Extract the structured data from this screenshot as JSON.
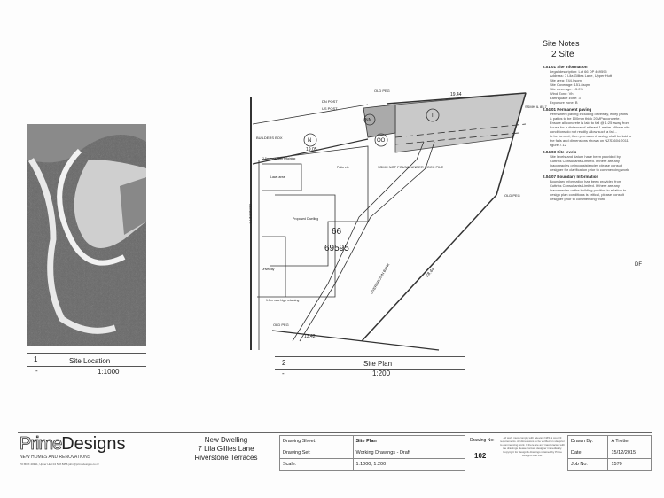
{
  "site_notes": {
    "title": "Site Notes",
    "subtitle": "2 Site",
    "sections": [
      {
        "heading": "2.01.01 Site Information",
        "lines": [
          "Legal description: Lot 66 DP 469595",
          "Address: 7 Lila Gillies Lane, Upper Hutt",
          "Site area: 744.0sqm",
          "Site Coverage: 151.8sqm",
          "Site coverage: 13.0%",
          "Wind Zone: Vh",
          "Earthquake zone: 3",
          "Exposure zone: B"
        ]
      },
      {
        "heading": "2.04.01 Permanent paving",
        "lines": [
          "Permanent paving including driveway, entry paths",
          "& patios to be 100mm thick 20MPa concrete.",
          "Ensure all concrete is laid to fall @ 1:25 away from",
          "house for a distance of at least 1 metre. Where site",
          "conditions do not readily allow such a fall...",
          "to be formed, then permanent paving shall be laid to",
          "the falls and dimensions shown on NZS3604:2011",
          "figure 7.12"
        ]
      },
      {
        "heading": "2.04.03 Site levels",
        "lines": [
          "Site levels and datum have been provided by",
          "Cuttriss Consultants Limited. If there are any",
          "inaccuracies or inconsistencies please consult",
          "designer for clarification prior to commencing work"
        ]
      },
      {
        "heading": "2.04.07 Boundary Information",
        "lines": [
          "Boundary information has been provided from",
          "Cuttriss Consultants Limited. If there are any",
          "inaccuracies or the building position in relation to",
          "design plan conditions is critical, please consult",
          "designer prior to commencing work."
        ]
      }
    ]
  },
  "site_location": {
    "number": "1",
    "title": "Site Location",
    "scale": "1:1000",
    "marker": "-"
  },
  "site_plan": {
    "number": "2",
    "title": "Site Plan",
    "scale": "1:200",
    "marker": "-",
    "labels": {
      "lot_n": "N",
      "lot_nn": "NN",
      "lot_oo": "OO",
      "lot_t": "T",
      "lot_no": "66",
      "dp_no": "69595",
      "proposed_dwelling": "Proposed Dwelling",
      "driveway": "Driveway",
      "lawn_area": "Lawn area",
      "patio": "Patio etc",
      "overgrown_bank": "OVERGROWN BANK",
      "ssmh": "SSMH NOT FOUND UNDER ROCK PILE",
      "builders_box": "BUILDERS BOX",
      "dn_post": "DN POST",
      "us_post": "US POST",
      "old_peg": "OLD PEG",
      "ssmh_il": "SSMH IL 85.7",
      "dim_top": "19.44",
      "dim_n": "19.05",
      "dim_diag": "28.44",
      "dim_bottom": "13.42",
      "road": "CONCRETE",
      "retaining_1": "2.5m max high retaining",
      "retaining_2": "1.0m max high retaining",
      "df": "DF"
    }
  },
  "title_block": {
    "logo_prime": "Prime",
    "logo_designs": "Designs",
    "logo_tagline": "NEW HOMES AND RENOVATIONS",
    "logo_contact": "PO BOX 40391, Upper Hutt     04 528 8456     john@primedesigns.co.nz",
    "project_line1": "New Dwelling",
    "project_line2": "7 Lila Gillies Lane",
    "project_line3": "Riverstone Terraces",
    "drawing_sheet_label": "Drawing Sheet:",
    "drawing_sheet": "Site Plan",
    "drawing_set_label": "Drawing Set:",
    "drawing_set": "Working Drawings - Draft",
    "scale_label": "Scale:",
    "scale": "1:1000, 1:200",
    "drawing_no_label": "Drawing No:",
    "drawing_no": "102",
    "disclaimer": "All work must comply with relevant NZS & council requirements. All dimensions to be verified on site prior to commencing work. If there are any inaccuracies with the drawings please contact designer immediately. Copyright for design & drawings retained by Prime Designs Hutt Ltd.",
    "drawn_by_label": "Drawn By:",
    "drawn_by": "A Trotter",
    "date_label": "Date:",
    "date": "15/12/2015",
    "job_no_label": "Job No:",
    "job_no": "1570"
  }
}
